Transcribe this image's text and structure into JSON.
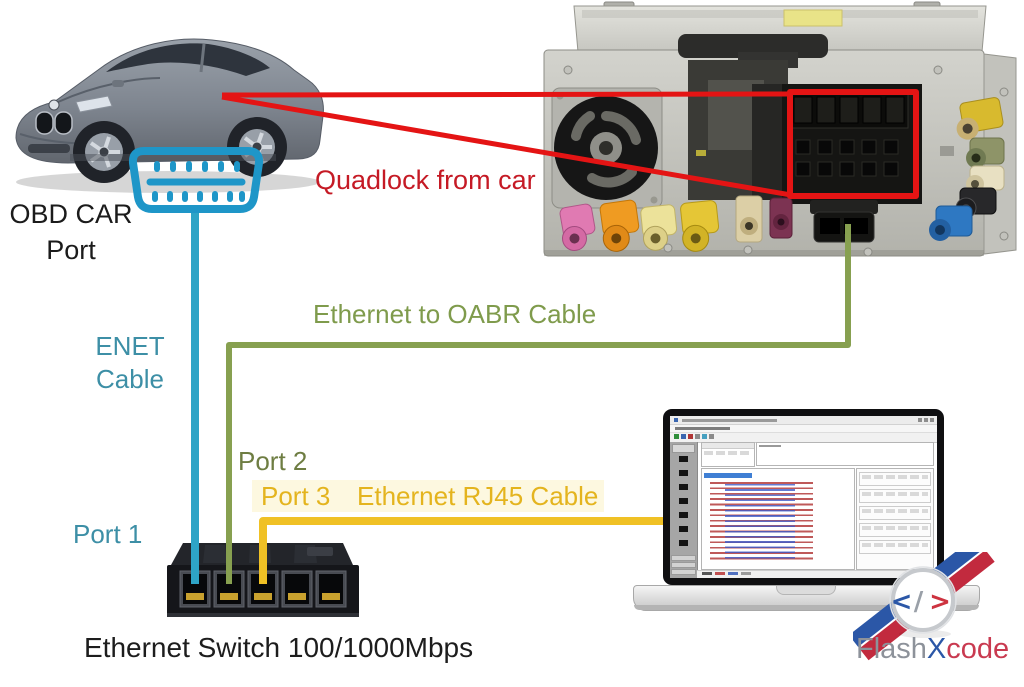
{
  "diagram": {
    "obd": {
      "line1": "OBD CAR",
      "line2": "Port"
    },
    "quadlock_label": "Quadlock from car",
    "oabr_label": "Ethernet to OABR Cable",
    "enet": {
      "line1": "ENET",
      "line2": "Cable"
    },
    "ports": {
      "port1": "Port 1",
      "port2": "Port 2",
      "port3": "Port 3"
    },
    "rj45_label": "Ethernet RJ45 Cable",
    "switch_label": "Ethernet Switch 100/1000Mbps",
    "logo": {
      "part1": "Flash",
      "part2": "X",
      "part3": "code",
      "symbol_lt": "<",
      "symbol_slash": "/",
      "symbol_gt": ">"
    },
    "colors": {
      "enet_cable": "#2ea4c6",
      "oabr_cable": "#87a050",
      "rj45_cable": "#f0c125",
      "highlight_red": "#e41414",
      "quadlock_text": "#c51a25",
      "oabr_text": "#7f9b4c",
      "enet_text": "#3d8fa6",
      "port2_text": "#6e7d42",
      "port3_text": "#e4b41e",
      "switch_text": "#1d1d1d",
      "obd_icon": "#1e96c8",
      "logo_blue": "#2b57a7",
      "logo_red": "#c93a50",
      "logo_gray": "#8d929a"
    }
  }
}
